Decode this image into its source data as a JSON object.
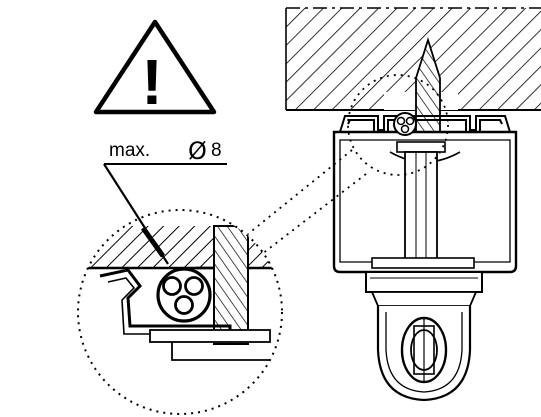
{
  "warning": {
    "symbol": "!",
    "icon": "warning-triangle-icon"
  },
  "callout": {
    "label": "max.",
    "symbol": "Ø",
    "value": "8"
  },
  "colors": {
    "ink": "#000000",
    "paper": "#ffffff"
  }
}
